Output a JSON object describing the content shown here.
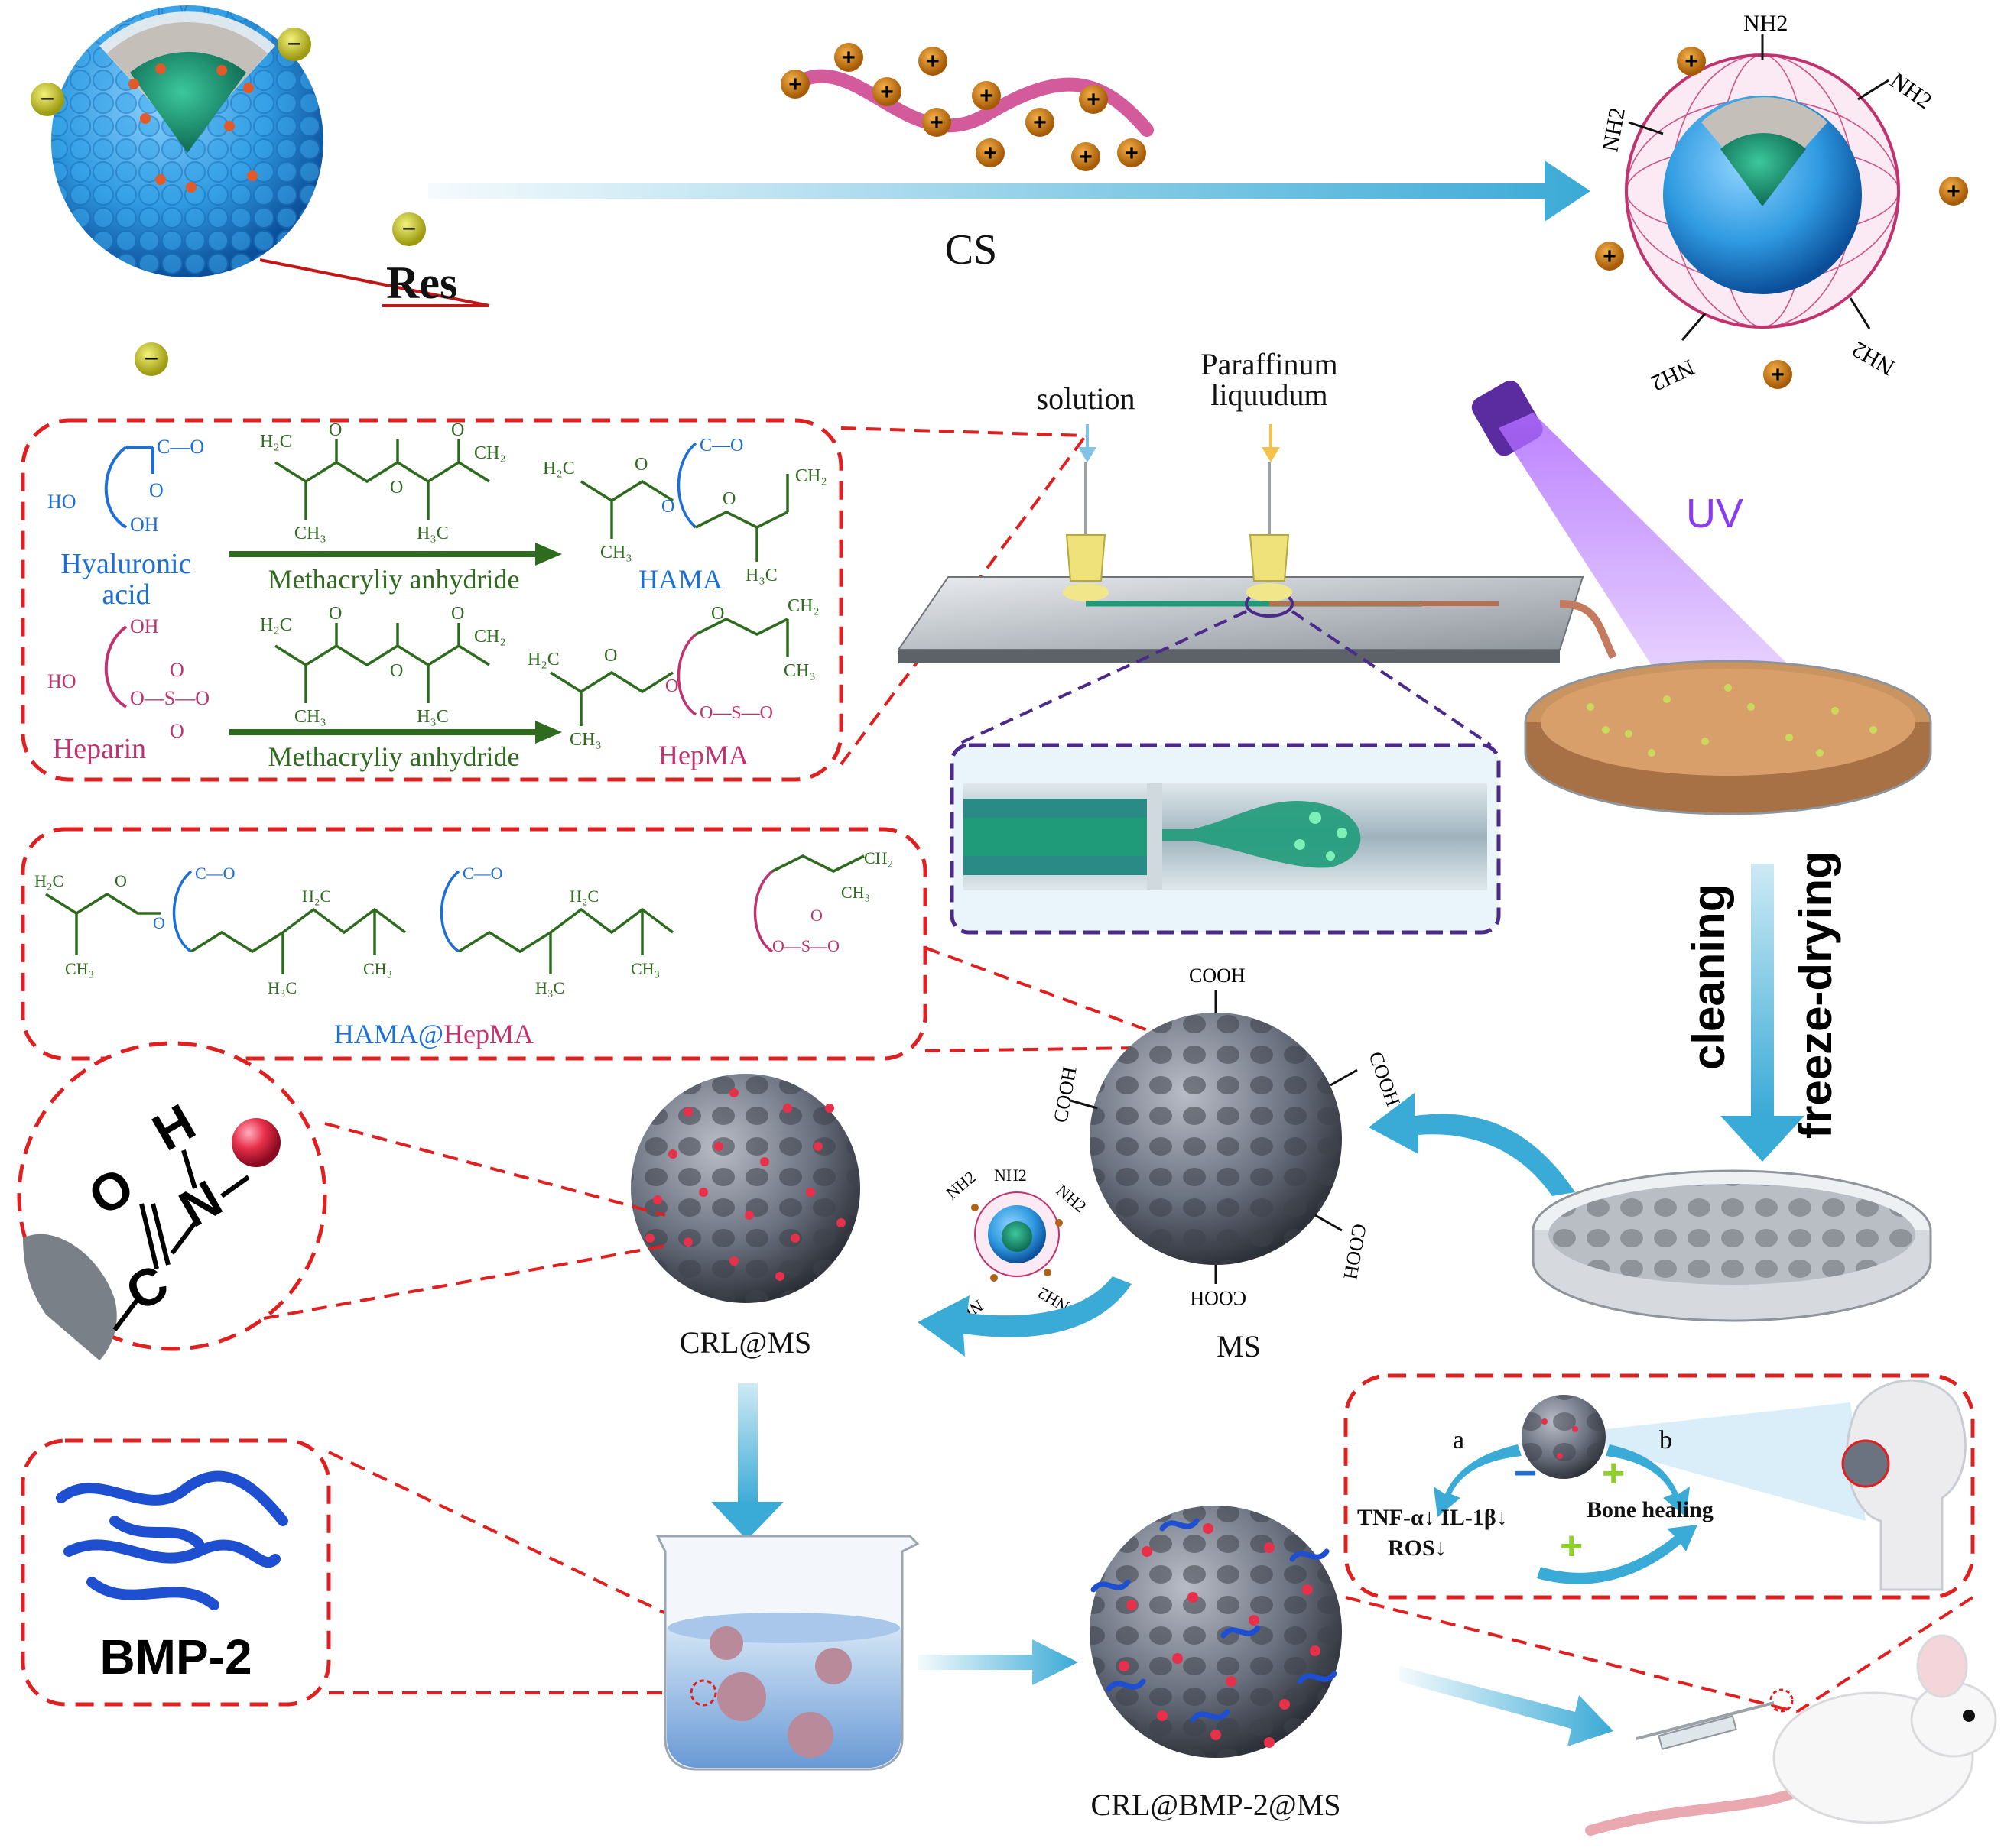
{
  "liposome": {
    "res_label": "Res",
    "charge_symbol": "−"
  },
  "cs": {
    "label": "CS",
    "charge_symbol": "+"
  },
  "coated": {
    "amine": "NH2",
    "amine_sub": "2",
    "charge_symbol": "+"
  },
  "microfluidic": {
    "solution_label": "solution",
    "paraffin_line1": "Paraffinum",
    "paraffin_line2": "liquudum",
    "uv_label": "UV"
  },
  "process": {
    "cleaning": "cleaning",
    "freeze_drying": "freeze-drying"
  },
  "reactions": {
    "hyaluronic_line1": "Hyaluronic",
    "hyaluronic_line2": "acid",
    "heparin": "Heparin",
    "reagent_top": "Methacryliy anhydride",
    "reagent_bottom": "Methacryliy anhydride",
    "hama": "HAMA",
    "hepma": "HepMA"
  },
  "polymer": {
    "label_part1": "HAMA@",
    "label_part2": "HepMA"
  },
  "ms": {
    "label": "MS",
    "group": "COOH"
  },
  "crl_ms": {
    "label": "CRL@MS"
  },
  "amide": {
    "o": "O",
    "h": "H",
    "c": "C",
    "n": "N"
  },
  "bmp": {
    "label": "BMP-2"
  },
  "final": {
    "label": "CRL@BMP-2@MS"
  },
  "effects": {
    "a": "a",
    "b": "b",
    "cytokines": "TNF-α↓ IL-1β↓",
    "ros": "ROS↓",
    "bone": "Bone healing",
    "minus": "−",
    "plus": "+"
  },
  "colors": {
    "arrow_blue": "#3aaad6",
    "red_dash": "#e02020",
    "hyaluronic": "#1d6fd8",
    "heparin": "#c0336e",
    "reagent": "#2e6b1e",
    "uv": "#8a3cf0",
    "lipid_blue": "#2f9ae0",
    "core_green": "#1f9b7a",
    "ms_gray": "#6b7280",
    "charge_orange": "#d07a12",
    "charge_yellow": "#d8d420",
    "nanoparticle_red": "#e8304a",
    "protein_blue": "#1e4fd0"
  }
}
